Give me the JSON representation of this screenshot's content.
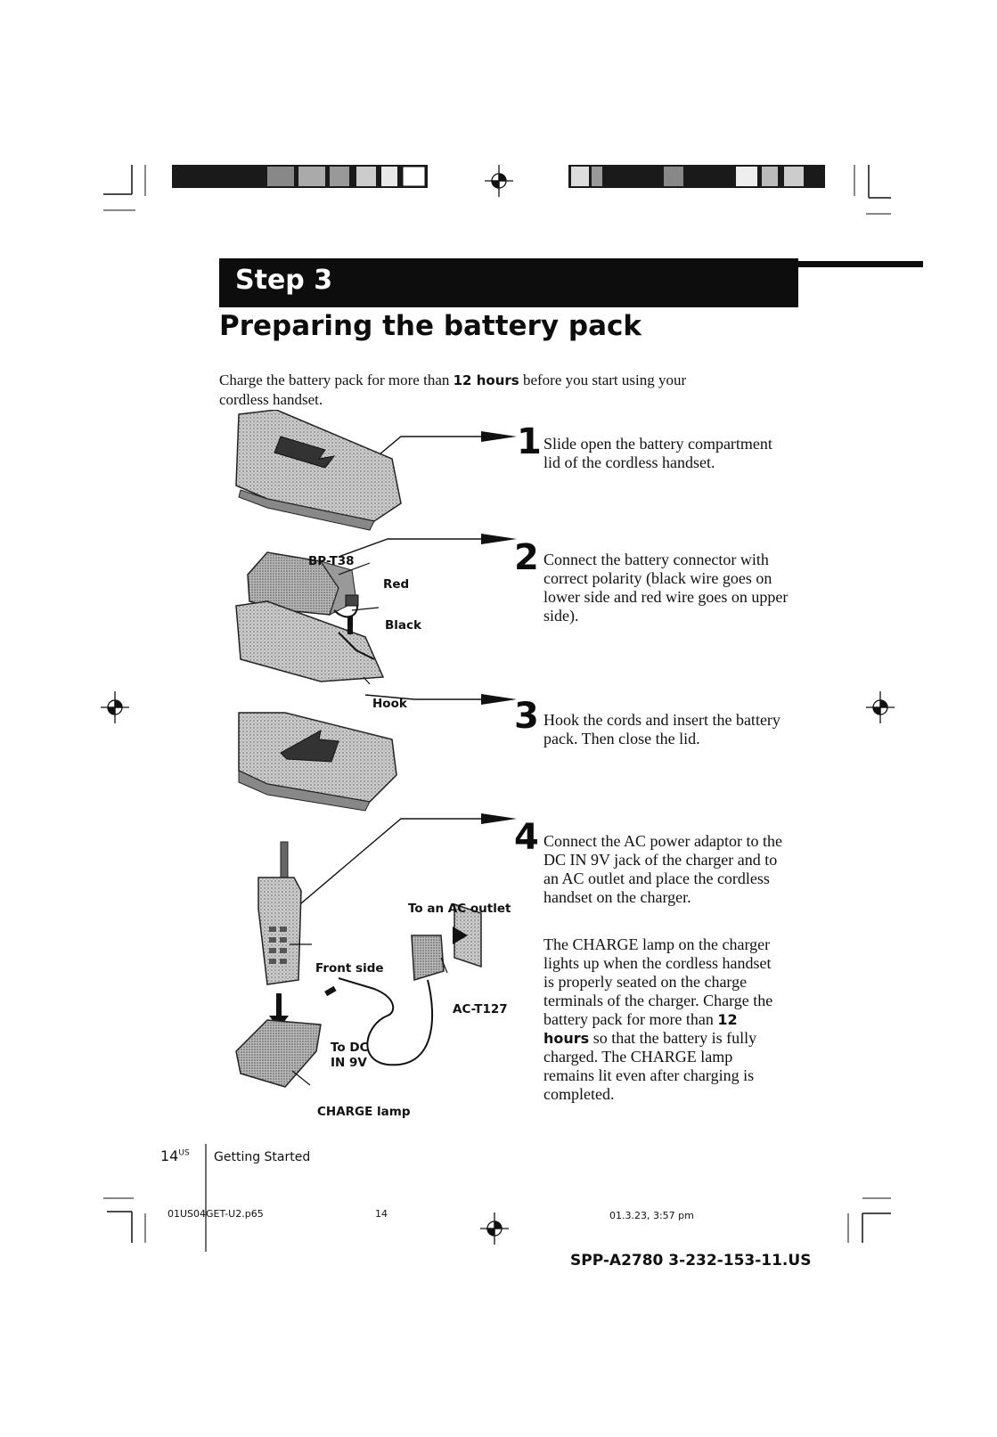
{
  "header": {
    "step_label": "Step 3",
    "title": "Preparing the battery pack"
  },
  "intro": {
    "before": "Charge the battery pack for more than ",
    "bold": "12 hours",
    "after": " before you start using your cordless handset."
  },
  "steps": [
    {
      "number": "1",
      "text": "Slide open the battery compartment lid of the cordless handset."
    },
    {
      "number": "2",
      "text": "Connect the battery connector with correct polarity (black wire goes on lower side and red wire goes on upper side)."
    },
    {
      "number": "3",
      "text": "Hook the cords and insert the battery pack. Then close the lid."
    },
    {
      "number": "4",
      "text": "Connect the AC power adaptor to the DC IN 9V jack of the charger and to an AC outlet and place the cordless handset on the charger.",
      "note_part1": "The CHARGE lamp on the charger lights up when the cordless handset is properly seated on the charge terminals of the charger. Charge the battery pack for more than ",
      "note_bold": "12 hours",
      "note_part2": " so that the battery is fully charged. The CHARGE lamp remains lit even after charging is completed."
    }
  ],
  "callouts": {
    "battery": "BP-T38",
    "red": "Red",
    "black": "Black",
    "hook": "Hook",
    "ac_outlet": "To an AC outlet",
    "front_side": "Front side",
    "adaptor": "AC-T127",
    "dc_line1": "To DC",
    "dc_line2": "IN 9V",
    "charge_lamp": "CHARGE lamp"
  },
  "footer": {
    "page_number": "14",
    "page_suffix": "US",
    "section": "Getting Started",
    "file": "01US04GET-U2.p65",
    "slug_page": "14",
    "timestamp": "01.3.23, 3:57 pm",
    "product_code": "SPP-A2780 3-232-153-11.US"
  }
}
